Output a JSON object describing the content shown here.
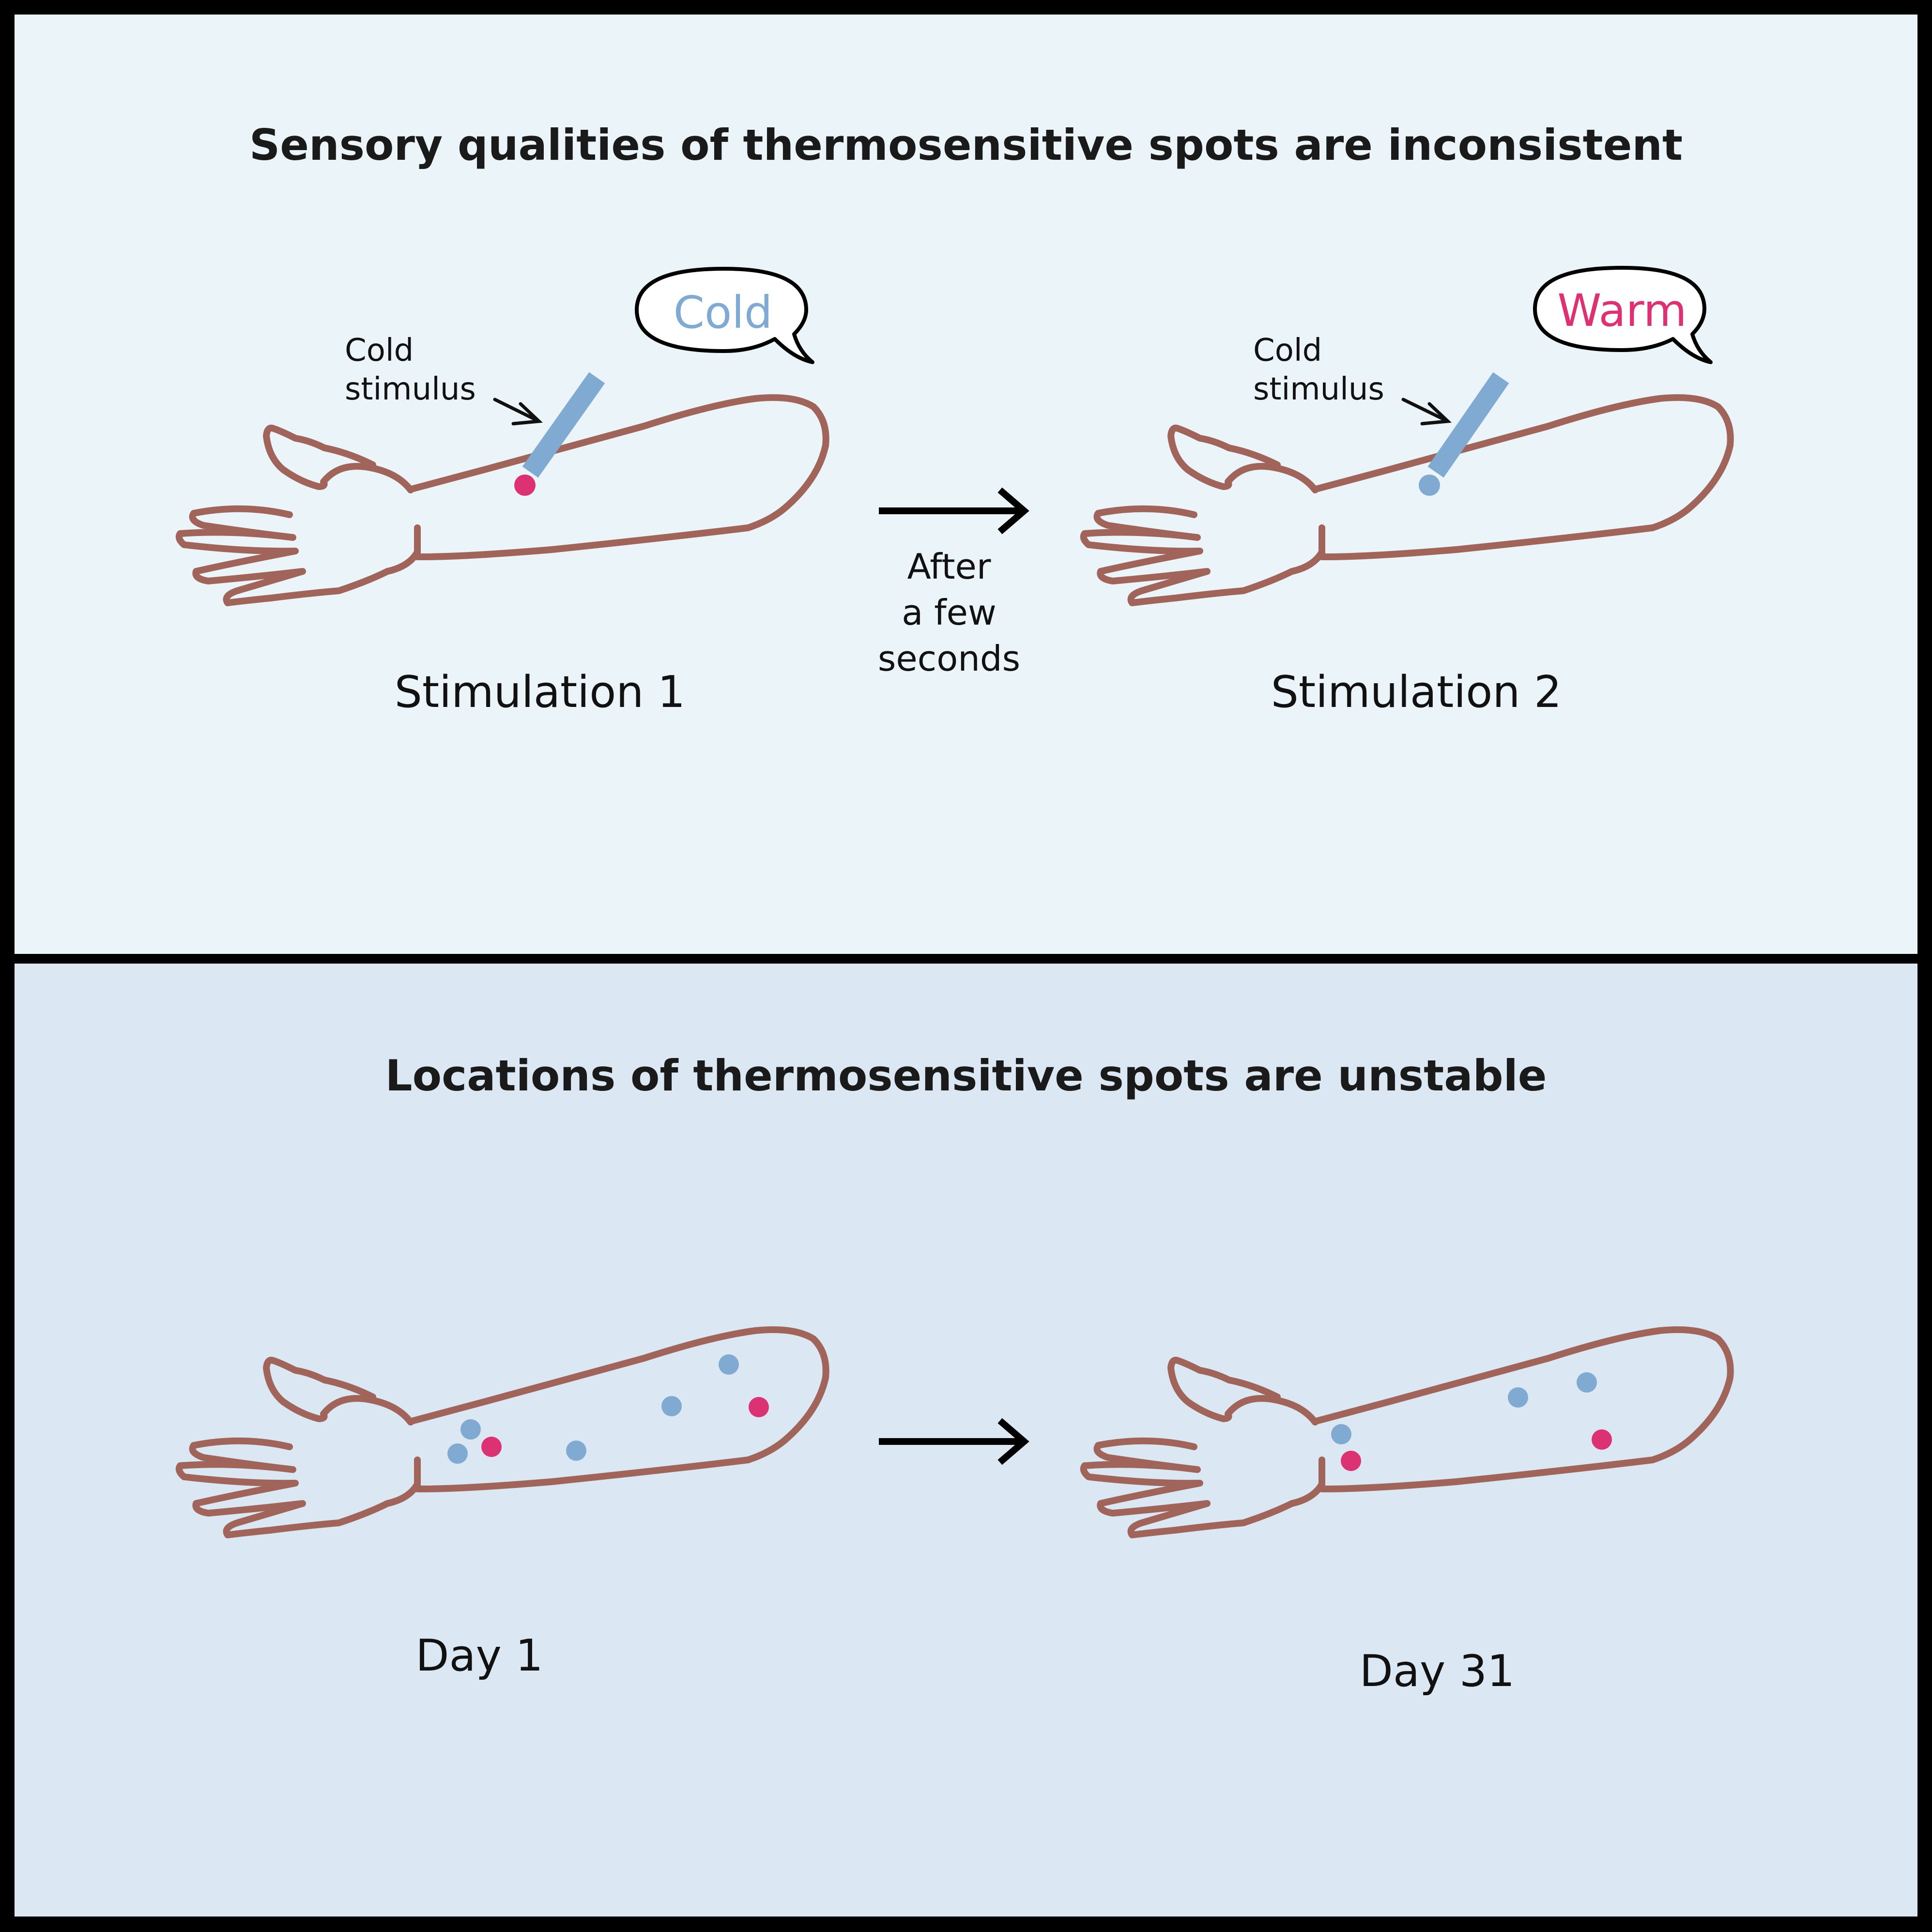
{
  "colors": {
    "panel_top_bg": "#ebf4f9",
    "panel_bottom_bg": "#dbe7f2",
    "border": "#000000",
    "arm_outline": "#a0645a",
    "cold": "#80aad2",
    "warm": "#dc3273"
  },
  "top_panel": {
    "title": "Sensory qualities of thermosensitive spots are inconsistent",
    "left": {
      "bubble_text": "Cold",
      "stimulus_label_line1": "Cold",
      "stimulus_label_line2": "stimulus",
      "caption": "Stimulation 1",
      "spot_quality": "warm"
    },
    "arrow_caption": [
      "After",
      "a few",
      "seconds"
    ],
    "right": {
      "bubble_text": "Warm",
      "stimulus_label_line1": "Cold",
      "stimulus_label_line2": "stimulus",
      "caption": "Stimulation 2",
      "spot_quality": "cold"
    }
  },
  "bottom_panel": {
    "title": "Locations of thermosensitive spots are unstable",
    "left": {
      "caption": "Day 1"
    },
    "right": {
      "caption": "Day 31"
    }
  }
}
